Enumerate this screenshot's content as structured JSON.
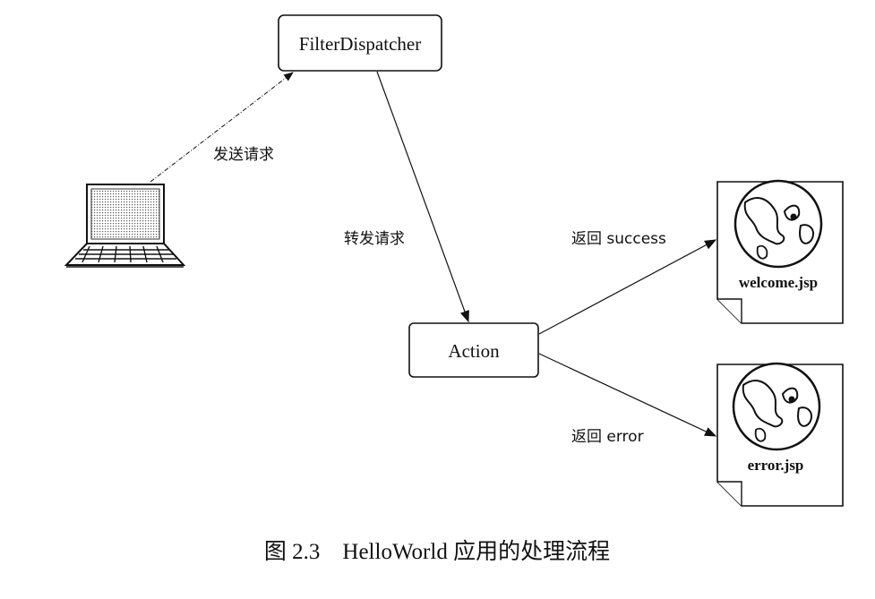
{
  "diagram": {
    "nodes": {
      "filter_dispatcher": {
        "label": "FilterDispatcher"
      },
      "action": {
        "label": "Action"
      },
      "welcome_page": {
        "label": "welcome.jsp"
      },
      "error_page": {
        "label": "error.jsp"
      }
    },
    "edges": {
      "send_request": {
        "label": "发送请求"
      },
      "forward_request": {
        "label": "转发请求"
      },
      "return_success": {
        "label": "返回 success"
      },
      "return_error": {
        "label": "返回 error"
      }
    },
    "caption": "图 2.3    HelloWorld 应用的处理流程"
  },
  "colors": {
    "stroke": "#111111",
    "box_fill": "#ffffff"
  }
}
